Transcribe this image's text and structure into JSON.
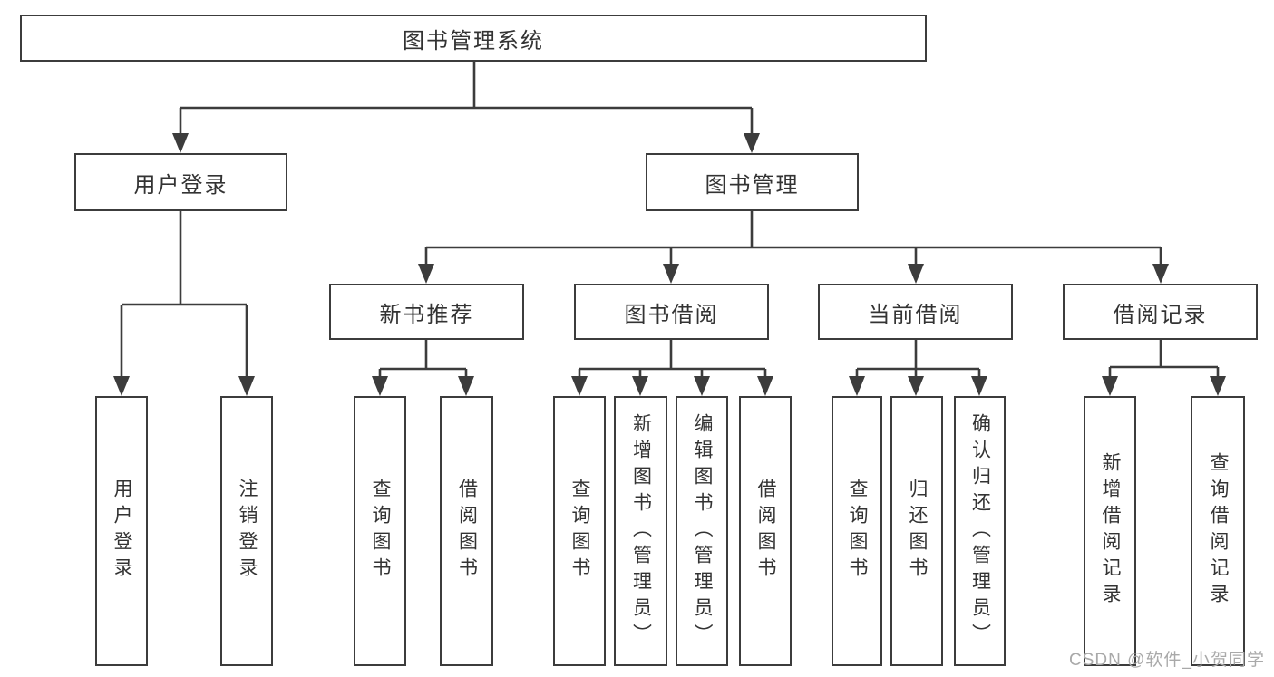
{
  "diagram": {
    "root": {
      "label": "图书管理系统"
    },
    "level2": [
      {
        "label": "用户登录"
      },
      {
        "label": "图书管理"
      }
    ],
    "level3": [
      {
        "label": "新书推荐",
        "parent": "图书管理"
      },
      {
        "label": "图书借阅",
        "parent": "图书管理"
      },
      {
        "label": "当前借阅",
        "parent": "图书管理"
      },
      {
        "label": "借阅记录",
        "parent": "图书管理"
      }
    ],
    "leaves": [
      {
        "label": "用户登录",
        "parent": "用户登录"
      },
      {
        "label": "注销登录",
        "parent": "用户登录"
      },
      {
        "label": "查询图书",
        "parent": "新书推荐"
      },
      {
        "label": "借阅图书",
        "parent": "新书推荐"
      },
      {
        "label": "查询图书",
        "parent": "图书借阅"
      },
      {
        "label": "新增图书（管理员）",
        "parent": "图书借阅"
      },
      {
        "label": "编辑图书（管理员）",
        "parent": "图书借阅"
      },
      {
        "label": "借阅图书",
        "parent": "图书借阅"
      },
      {
        "label": "查询图书",
        "parent": "当前借阅"
      },
      {
        "label": "归还图书",
        "parent": "当前借阅"
      },
      {
        "label": "确认归还（管理员）",
        "parent": "当前借阅"
      },
      {
        "label": "新增借阅记录",
        "parent": "借阅记录"
      },
      {
        "label": "查询借阅记录",
        "parent": "借阅记录"
      }
    ],
    "watermark": "CSDN @软件_小贺同学",
    "colors": {
      "line": "#3c3c3c",
      "text": "#333333",
      "box_background": "#ffffff",
      "watermark": "#a9a9a9"
    }
  }
}
